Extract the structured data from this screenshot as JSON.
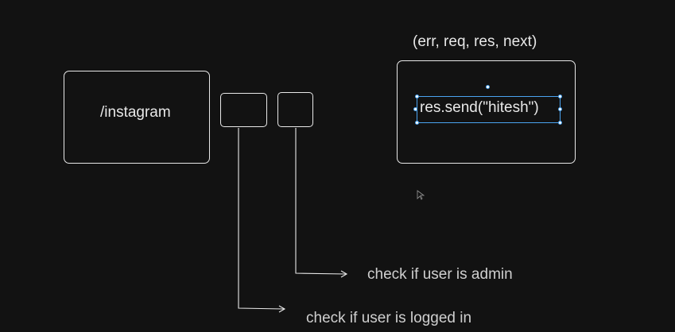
{
  "colors": {
    "background": "#121212",
    "stroke": "#e8e8e8",
    "muted": "#cfcfcf",
    "accent": "#4aa3f0"
  },
  "diagram": {
    "route_label": "/instagram",
    "handler_signature": "(err, req, res, next)",
    "handler_body": "res.send(\"hitesh\")",
    "annotations": {
      "admin_check": "check if user is admin",
      "login_check": "check if user is logged in"
    }
  },
  "icons": {
    "cursor": "cursor-icon"
  }
}
